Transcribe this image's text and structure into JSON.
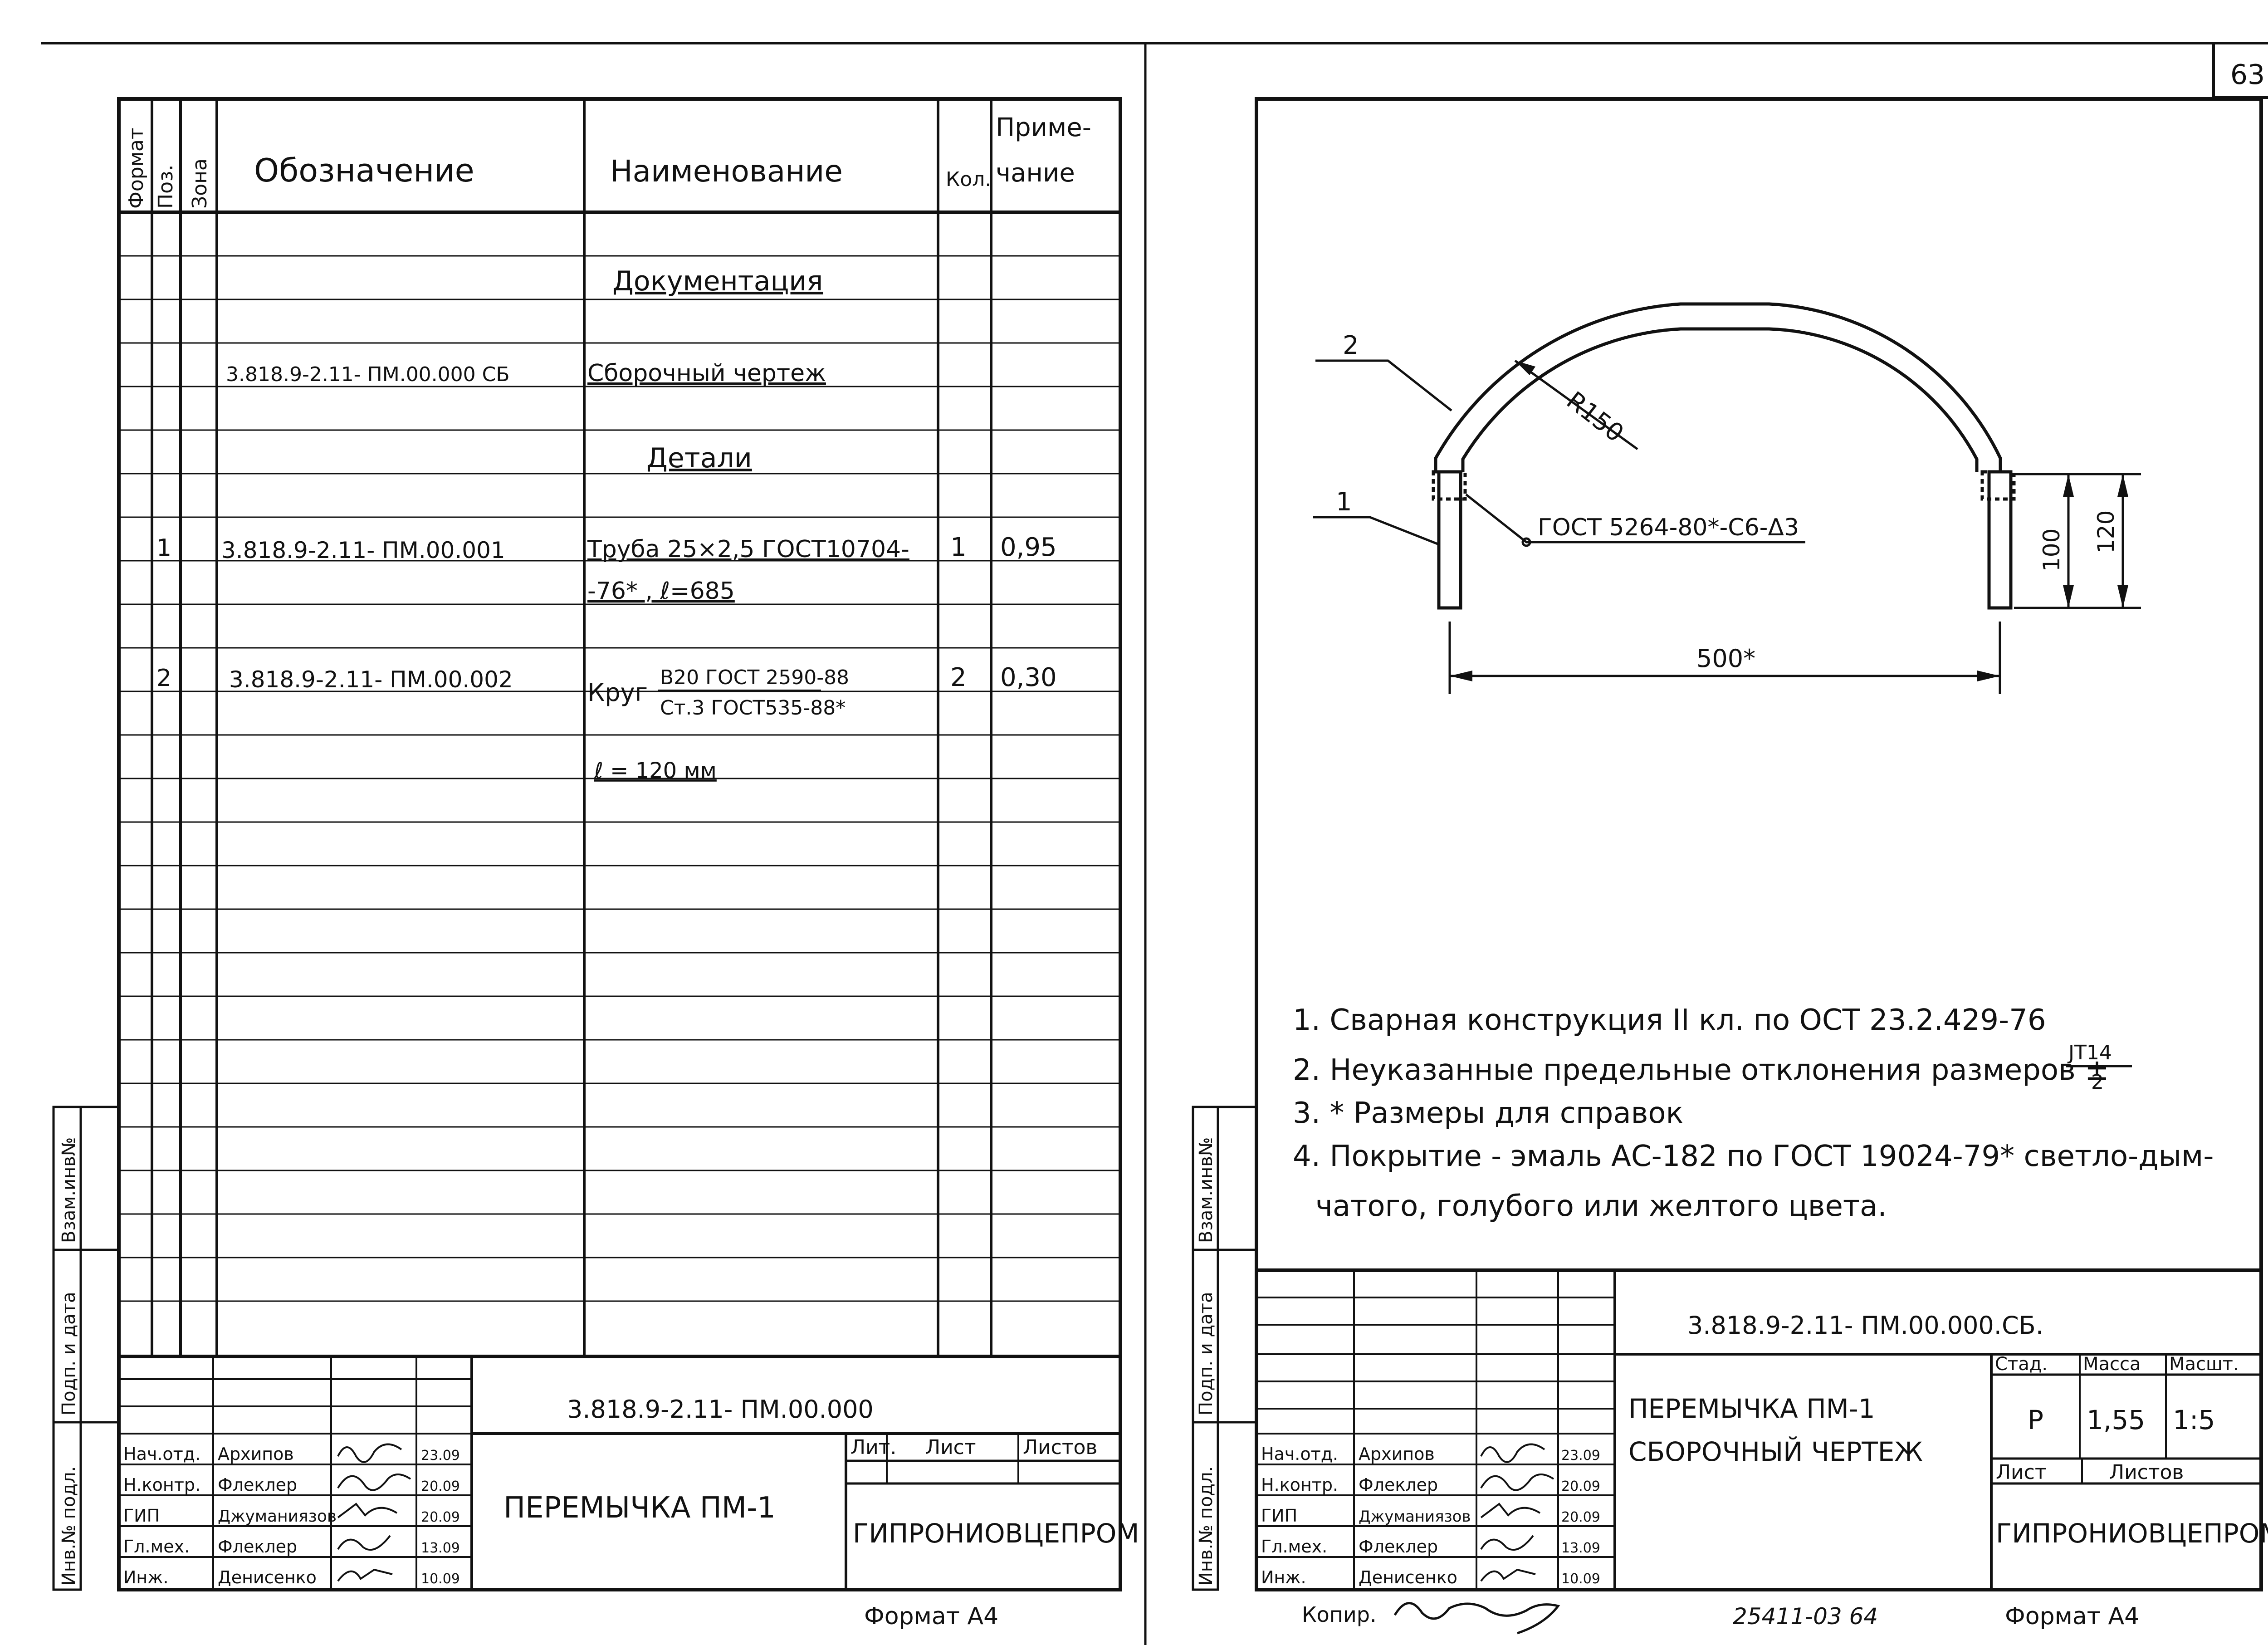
{
  "page_number": "63",
  "spec_sheet": {
    "headers": {
      "format": "Формат",
      "pos": "Поз.",
      "zone": "Зона",
      "designation": "Обозначение",
      "name": "Наименование",
      "qty": "Кол.",
      "note_line1": "Приме-",
      "note_line2": "чание"
    },
    "section_docs": "Документация",
    "doc_row": {
      "designation": "3.818.9-2.11- ПМ.00.000 СБ",
      "name": "Сборочный чертеж"
    },
    "section_parts": "Детали",
    "rows": [
      {
        "pos": "1",
        "designation": "3.818.9-2.11- ПМ.00.001",
        "name_line1": "Труба 25×2,5 ГОСТ10704-",
        "name_line2": "-76*  , ℓ=685",
        "qty": "1",
        "note": "0,95"
      },
      {
        "pos": "2",
        "designation": "3.818.9-2.11- ПМ.00.002",
        "name_prefix": "Круг",
        "name_num": "B20 ГОСТ 2590-88",
        "name_den": "Ст.3 ГОСТ535-88*",
        "name_line3": "ℓ = 120 мм",
        "qty": "2",
        "note": "0,30"
      }
    ],
    "side_labels": {
      "inv_podl": "Инв.№ подл.",
      "podp_data": "Подп. и дата",
      "vzam_inv": "Взам.инв№"
    },
    "title_block": {
      "code": "3.818.9-2.11-    ПМ.00.000",
      "title": "ПЕРЕМЫЧКА  ПМ-1",
      "lit": "Лит.",
      "list": "Лист",
      "listov": "Листов",
      "org": "ГИПРОНИОВЦЕПРОМ",
      "format": "Формат А4",
      "staff": [
        {
          "role": "Нач.отд.",
          "name": "Архипов",
          "date": "23.09"
        },
        {
          "role": "Н.контр.",
          "name": "Флеклер",
          "date": "20.09"
        },
        {
          "role": "ГИП",
          "name": "Джуманиязов",
          "date": "20.09"
        },
        {
          "role": "Гл.мех.",
          "name": "Флеклер",
          "date": "13.09"
        },
        {
          "role": "Инж.",
          "name": "Денисенко",
          "date": "10.09"
        }
      ]
    }
  },
  "drawing_sheet": {
    "callouts": {
      "part1": "1",
      "part2": "2",
      "radius": "R150",
      "weld": "ГОСТ 5264-80*-С6-Δ3",
      "dim100": "100",
      "dim120": "120",
      "dim500": "500*"
    },
    "notes": [
      "1. Сварная  конструкция  II кл. по ОСТ 23.2.429-76",
      "2. Неуказанные  предельные  отклонения  размеров ±",
      "3. * Размеры  для  справок",
      "4. Покрытие - эмаль АС-182 по ГОСТ 19024-79* светло-дым-",
      "чатого, голубого  или  желтого  цвета."
    ],
    "tolerance_num": "JT14",
    "tolerance_den": "2",
    "title_block": {
      "code": "3.818.9-2.11-    ПМ.00.000.СБ.",
      "title_line1": "ПЕРЕМЫЧКА  ПМ-1",
      "title_line2": "СБОРОЧНЫЙ  ЧЕРТЕЖ",
      "stad_label": "Стад.",
      "mass_label": "Масса",
      "scale_label": "Масшт.",
      "stad": "Р",
      "mass": "1,55",
      "scale": "1:5",
      "list": "Лист",
      "listov": "Листов",
      "org": "ГИПРОНИОВЦЕПРОМ",
      "format": "Формат А4",
      "kopir": "Копир.",
      "doc_no": "25411-03    64",
      "staff": [
        {
          "role": "Нач.отд.",
          "name": "Архипов",
          "date": "23.09"
        },
        {
          "role": "Н.контр.",
          "name": "Флеклер",
          "date": "20.09"
        },
        {
          "role": "ГИП",
          "name": "Джуманиязов",
          "date": "20.09"
        },
        {
          "role": "Гл.мех.",
          "name": "Флеклер",
          "date": "13.09"
        },
        {
          "role": "Инж.",
          "name": "Денисенко",
          "date": "10.09"
        }
      ]
    }
  }
}
